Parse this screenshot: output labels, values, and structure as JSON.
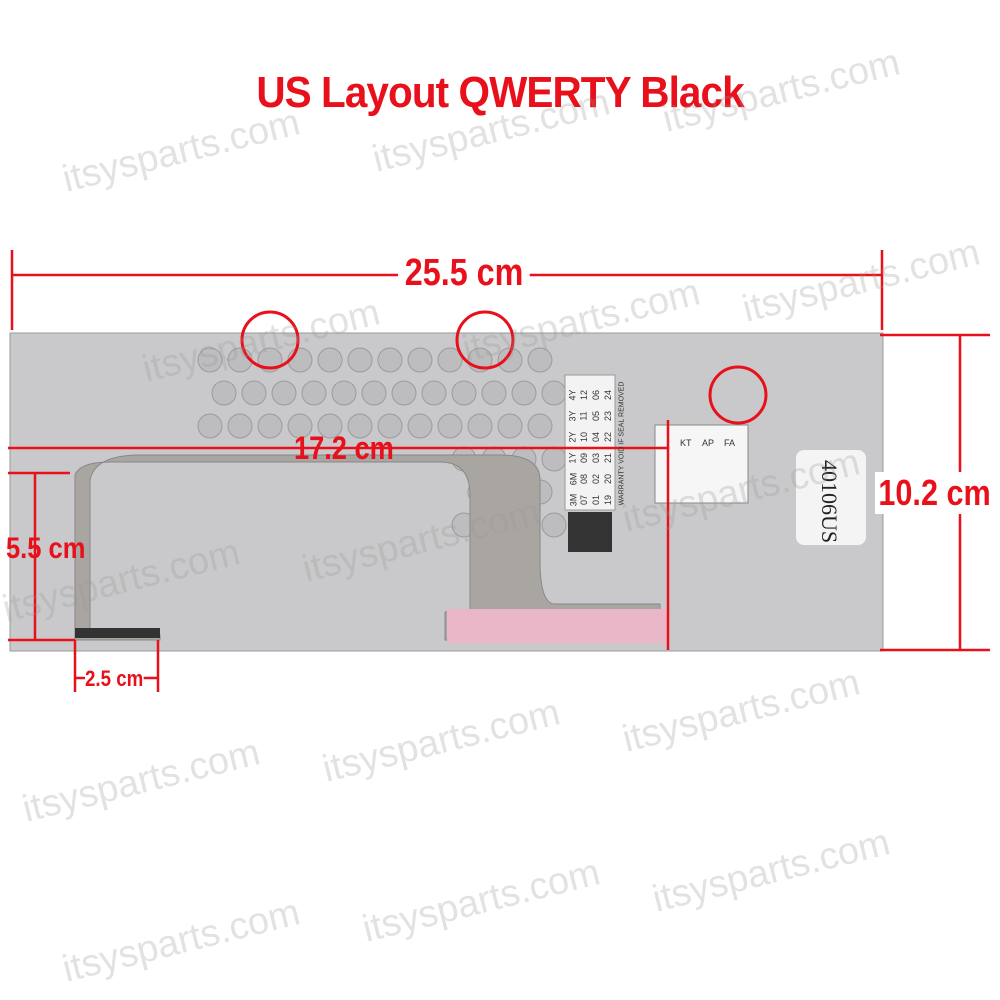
{
  "title": "US Layout QWERTY Black",
  "dimensions": {
    "width_total": "25.5 cm",
    "ribbon_width": "17.2 cm",
    "height_total": "10.2 cm",
    "ribbon_height": "5.5 cm",
    "connector_width": "2.5 cm"
  },
  "warranty_label": {
    "rows": [
      [
        "19",
        "20",
        "21",
        "22",
        "23",
        "24"
      ],
      [
        "01",
        "02",
        "03",
        "04",
        "05",
        "06"
      ],
      [
        "07",
        "08",
        "09",
        "10",
        "11",
        "12"
      ],
      [
        "3M",
        "6M",
        "1Y",
        "2Y",
        "3Y",
        "4Y"
      ]
    ],
    "footer": "WARRANTY VOID IF SEAL REMOVED"
  },
  "qc_label": {
    "headers": [
      "KT",
      "AP",
      "FA"
    ]
  },
  "part_sticker": "40106US",
  "watermark": "itsysparts.com",
  "colors": {
    "annotation": "#e8101a",
    "plate": "#c9c9cb",
    "ribbon": "#a9a6a2"
  }
}
